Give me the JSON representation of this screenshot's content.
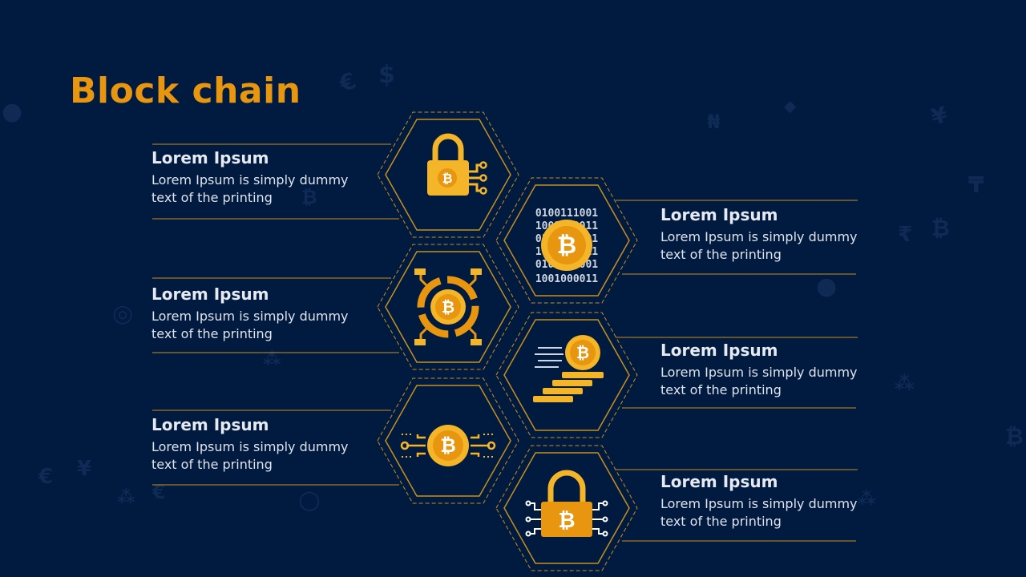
{
  "title": "Block chain",
  "items": [
    {
      "heading": "Lorem Ipsum",
      "text": "Lorem Ipsum is simply dummy text of the printing",
      "icon": "bitcoin-padlock-circuit-icon"
    },
    {
      "heading": "Lorem Ipsum",
      "text": "Lorem Ipsum is simply dummy text of the printing",
      "icon": "bitcoin-binary-code-icon"
    },
    {
      "heading": "Lorem Ipsum",
      "text": "Lorem Ipsum is simply dummy text of the printing",
      "icon": "bitcoin-target-circuit-icon"
    },
    {
      "heading": "Lorem Ipsum",
      "text": "Lorem Ipsum is simply dummy text of the printing",
      "icon": "bitcoin-stairs-icon"
    },
    {
      "heading": "Lorem Ipsum",
      "text": "Lorem Ipsum is simply dummy text of the printing",
      "icon": "bitcoin-network-nodes-icon"
    },
    {
      "heading": "Lorem Ipsum",
      "text": "Lorem Ipsum is simply dummy text of the printing",
      "icon": "bitcoin-circuit-lock-icon"
    }
  ],
  "binary_lines": [
    "0100111001",
    "1001010011",
    "0110100101",
    "1011001011",
    "0101100001",
    "1001000011"
  ],
  "bitcoin_symbol": "₿",
  "colors": {
    "background": "#001a40",
    "accent": "#e8950f",
    "gold": "#f5b529",
    "line": "#c8901c",
    "text": "#dfe3ea"
  }
}
